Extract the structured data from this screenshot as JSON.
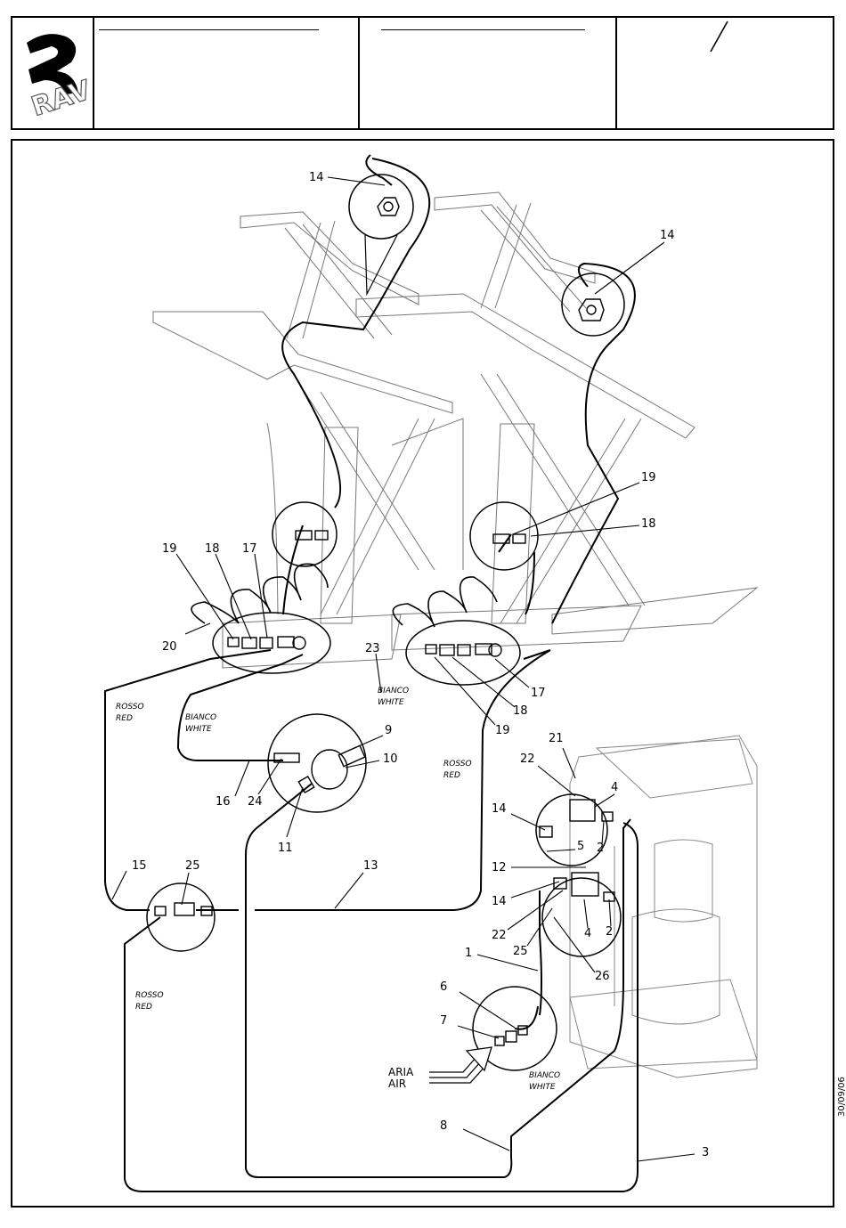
{
  "logo": {
    "text": "RAV"
  },
  "date": "30/09/06",
  "air_label": [
    "ARIA",
    "AIR"
  ],
  "pipe_labels": [
    {
      "it": "ROSSO",
      "en": "RED"
    },
    {
      "it": "BIANCO",
      "en": "WHITE"
    },
    {
      "it": "BIANCO",
      "en": "WHITE"
    },
    {
      "it": "ROSSO",
      "en": "RED"
    },
    {
      "it": "ROSSO",
      "en": "RED"
    },
    {
      "it": "BIANCO",
      "en": "WHITE"
    }
  ],
  "callouts": [
    "14",
    "14",
    "19",
    "18",
    "17",
    "20",
    "19",
    "18",
    "23",
    "17",
    "18",
    "19",
    "9",
    "10",
    "16",
    "24",
    "11",
    "21",
    "22",
    "4",
    "14",
    "5",
    "2",
    "12",
    "14",
    "22",
    "25",
    "4",
    "2",
    "15",
    "25",
    "13",
    "26",
    "1",
    "6",
    "7",
    "8",
    "3"
  ]
}
